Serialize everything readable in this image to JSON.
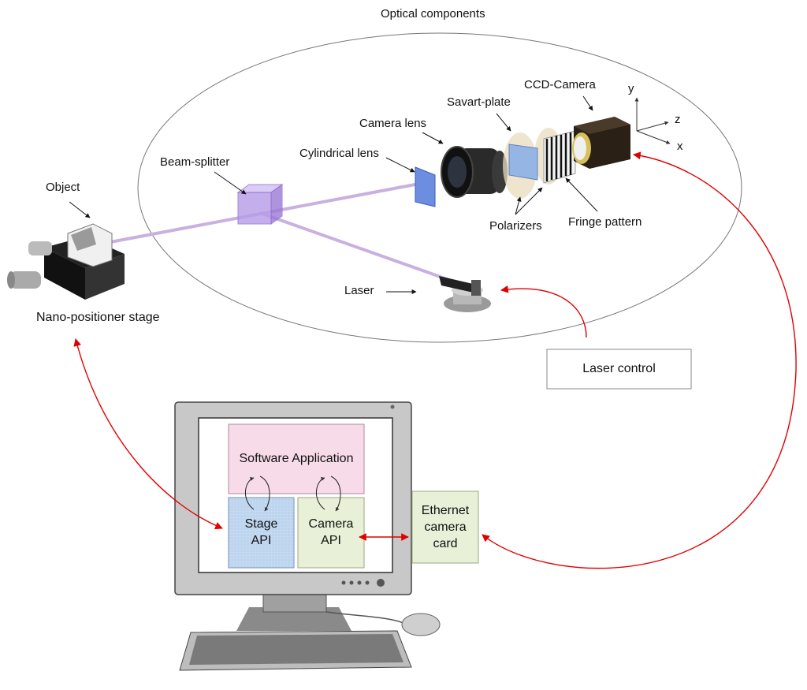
{
  "labels": {
    "optical_components": "Optical components",
    "ccd_camera": "CCD-Camera",
    "savart_plate": "Savart-plate",
    "camera_lens": "Camera lens",
    "cylindrical_lens": "Cylindrical lens",
    "beam_splitter": "Beam-splitter",
    "object": "Object",
    "polarizers": "Polarizers",
    "fringe_pattern": "Fringe pattern",
    "laser": "Laser",
    "nano_stage": "Nano-positioner stage",
    "laser_control": "Laser control",
    "software_application": "Software Application",
    "stage_api_line1": "Stage",
    "stage_api_line2": "API",
    "camera_api_line1": "Camera",
    "camera_api_line2": "API",
    "ethernet_line1": "Ethernet",
    "ethernet_line2": "camera",
    "ethernet_line3": "card"
  },
  "axes": {
    "x": "x",
    "y": "y",
    "z": "z"
  },
  "colors": {
    "connection_arrow": "#e00000",
    "beam": "#c8b0e0",
    "software_box": "#f8dbe8",
    "stage_api_box": "#bcd4ee",
    "camera_api_box": "#e8f0d8",
    "ethernet_box": "#e8f0d8",
    "monitor_bezel": "#c8c8c8"
  }
}
